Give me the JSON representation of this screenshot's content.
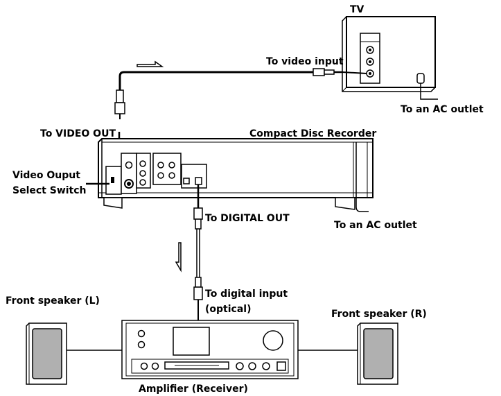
{
  "labels": {
    "tv": "TV",
    "to_video_input": "To video input",
    "to_ac_outlet_tv": "To an AC outlet",
    "to_video_out": "To VIDEO OUT",
    "compact_disc_recorder": "Compact Disc Recorder",
    "video_output_switch_line1": "Video Ouput",
    "video_output_switch_line2": "Select Switch",
    "to_digital_out": "To DIGITAL OUT",
    "to_ac_outlet_recorder": "To an AC outlet",
    "to_digital_input_line1": "To digital input",
    "to_digital_input_line2": "(optical)",
    "front_speaker_left": "Front speaker (L)",
    "front_speaker_right": "Front speaker (R)",
    "amplifier": "Amplifier (Receiver)"
  }
}
